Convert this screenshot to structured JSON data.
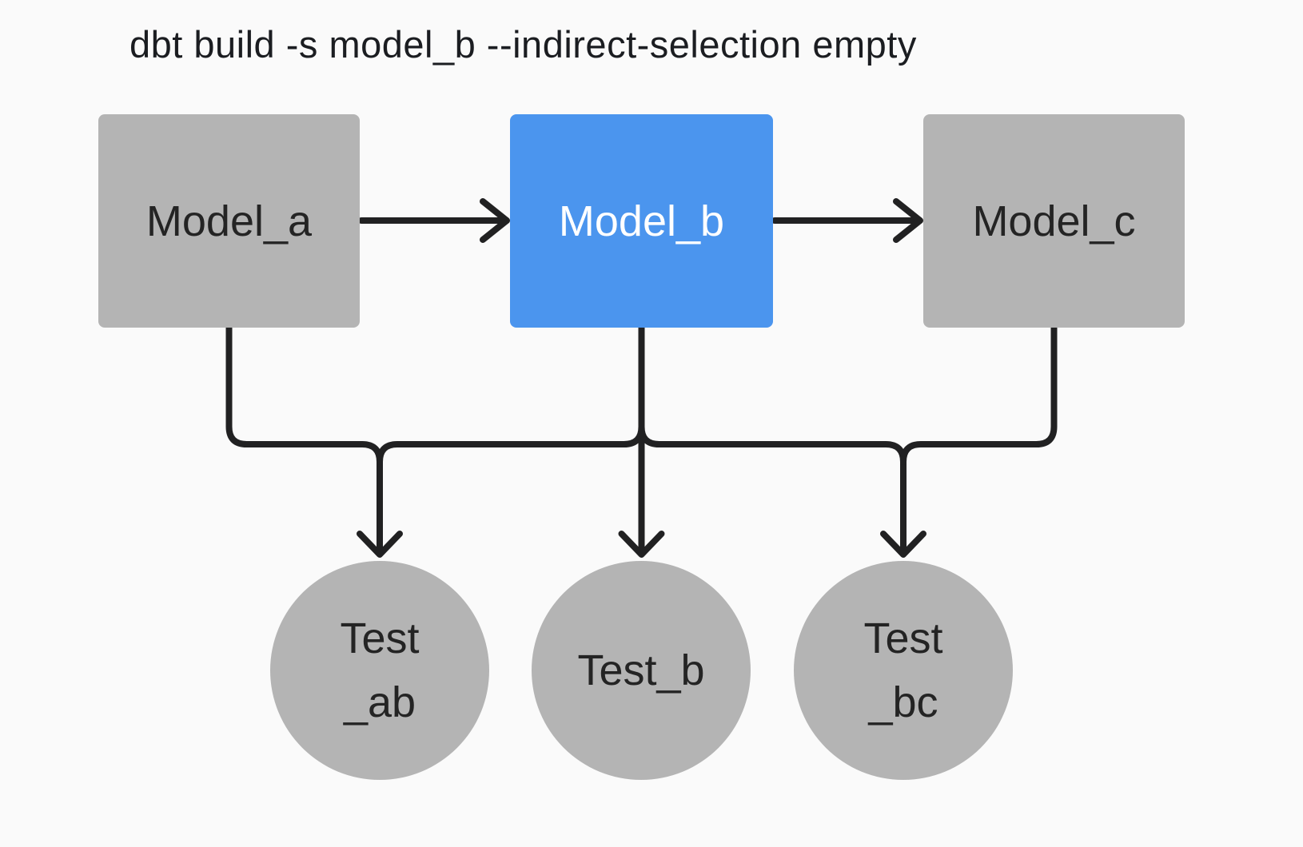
{
  "title": "dbt build -s model_b --indirect-selection empty",
  "colors": {
    "accent_blue": "#4b95ee",
    "node_gray": "#b4b4b4",
    "edge_line": "#212122",
    "text_dark": "#242424",
    "text_light": "#ffffff",
    "background": "#fafafa"
  },
  "models": [
    {
      "id": "model_a",
      "label": "Model_a",
      "selected": false
    },
    {
      "id": "model_b",
      "label": "Model_b",
      "selected": true
    },
    {
      "id": "model_c",
      "label": "Model_c",
      "selected": false
    }
  ],
  "tests": [
    {
      "id": "test_ab",
      "line1": "Test",
      "line2": "_ab"
    },
    {
      "id": "test_b",
      "line1": "Test_b",
      "line2": ""
    },
    {
      "id": "test_bc",
      "line1": "Test",
      "line2": "_bc"
    }
  ],
  "edges": [
    {
      "from": "model_a",
      "to": "model_b",
      "type": "arrow"
    },
    {
      "from": "model_b",
      "to": "model_c",
      "type": "arrow"
    },
    {
      "from": "model_a",
      "to": "test_ab",
      "type": "arrow"
    },
    {
      "from": "model_b",
      "to": "test_ab",
      "type": "arrow"
    },
    {
      "from": "model_b",
      "to": "test_b",
      "type": "arrow"
    },
    {
      "from": "model_b",
      "to": "test_bc",
      "type": "arrow"
    },
    {
      "from": "model_c",
      "to": "test_bc",
      "type": "arrow"
    }
  ]
}
